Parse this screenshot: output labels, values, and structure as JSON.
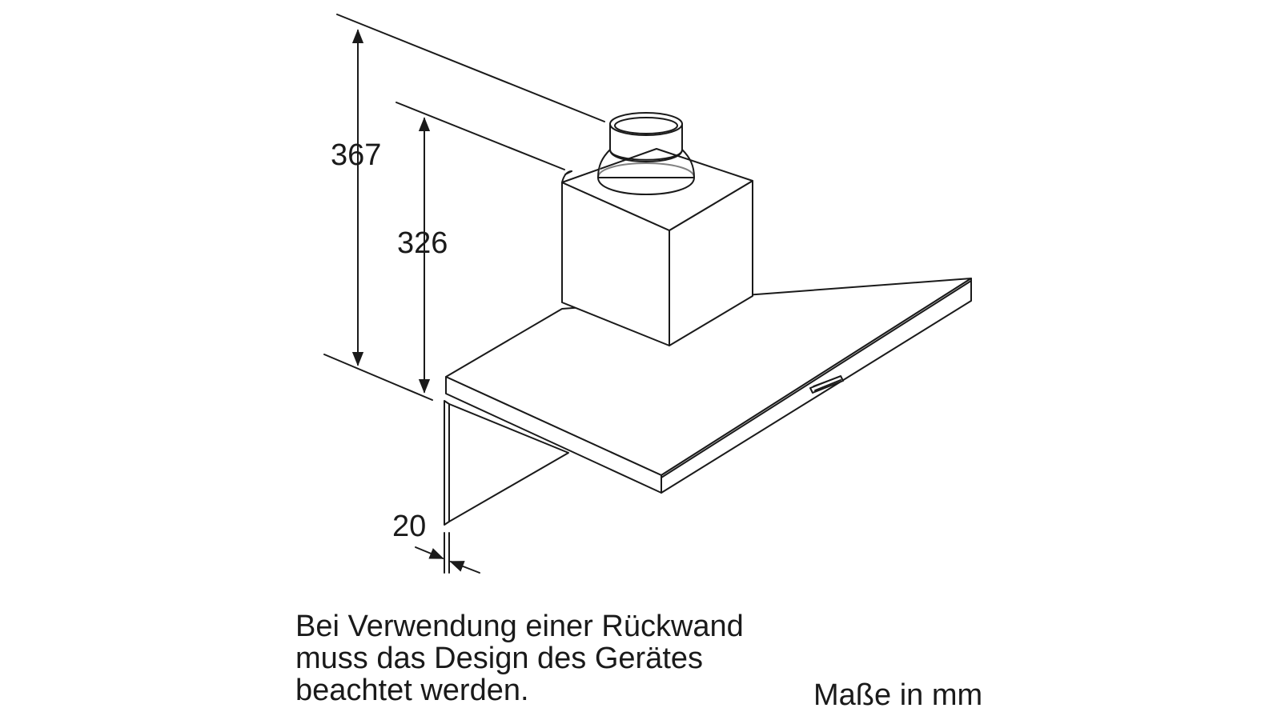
{
  "dimensions": {
    "total_height": "367",
    "box_height": "326",
    "panel_thickness": "20"
  },
  "note": {
    "lines": [
      "Bei Verwendung einer Rückwand",
      "muss das Design des Gerätes",
      "beachtet werden."
    ]
  },
  "units_label": "Maße in mm",
  "colors": {
    "line": "#1a1a1a",
    "background": "#ffffff"
  }
}
